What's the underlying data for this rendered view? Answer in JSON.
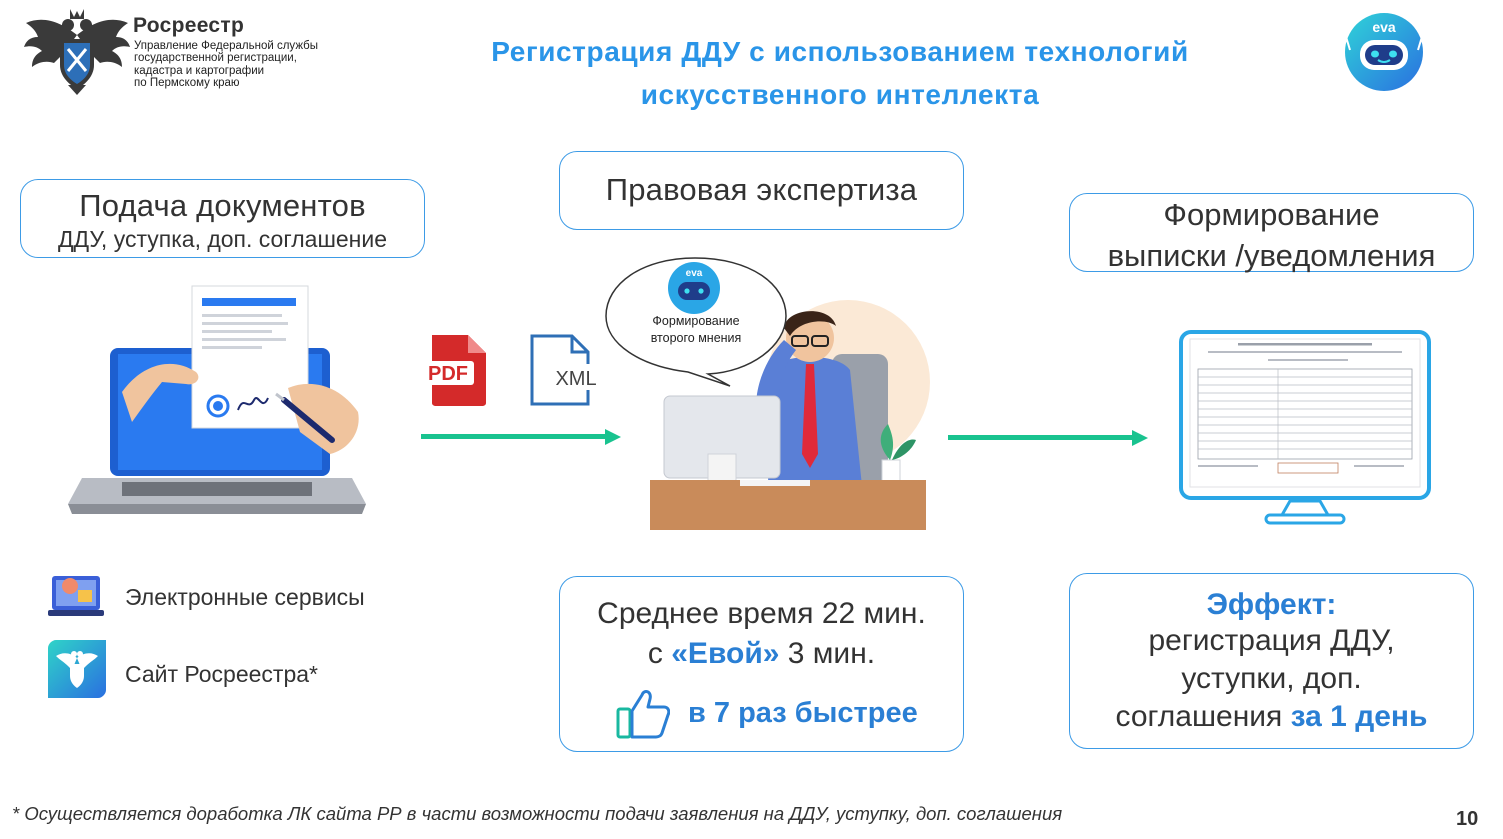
{
  "header": {
    "org_name": "Росреестр",
    "org_dept_lines": [
      "Управление Федеральной службы",
      "государственной регистрации,",
      "кадастра и картографии",
      "по Пермскому краю"
    ],
    "title_line1": "Регистрация ДДУ с использованием технологий",
    "title_line2": "искусственного интеллекта",
    "eva_logo_text": "eva"
  },
  "steps": {
    "submit_title": "Подача документов",
    "submit_subtitle": "ДДУ, уступка, доп. соглашение",
    "legal_title": "Правовая экспертиза",
    "extract_line1": "Формирование",
    "extract_line2": "выписки /уведомления"
  },
  "files": {
    "pdf_label": "PDF",
    "xml_label": "XML"
  },
  "bubble": {
    "eva_text": "eva",
    "line1": "Формирование",
    "line2": "второго мнения"
  },
  "services": {
    "electronic": "Электронные сервисы",
    "site": "Сайт Росреестра*"
  },
  "time_box": {
    "line1": "Среднее время 22 мин.",
    "line2_prefix": "с ",
    "line2_eva": "«Евой»",
    "line2_suffix": " 3 мин.",
    "faster": "в 7 раз быстрее"
  },
  "effect_box": {
    "heading": "Эффект:",
    "line1": "регистрация ДДУ,",
    "line2": "уступки, доп.",
    "line3_prefix": "соглашения ",
    "line3_blue": "за 1 день"
  },
  "footnote": "* Осуществляется доработка ЛК сайта РР в части возможности подачи заявления на ДДУ, уступку, доп. соглашения",
  "page_number": "10",
  "colors": {
    "accent_blue": "#2a95e8",
    "box_border": "#3d9be6",
    "arrow_green": "#19c38f",
    "pdf_red": "#d42a2a",
    "xml_blue": "#2e6fb6"
  }
}
